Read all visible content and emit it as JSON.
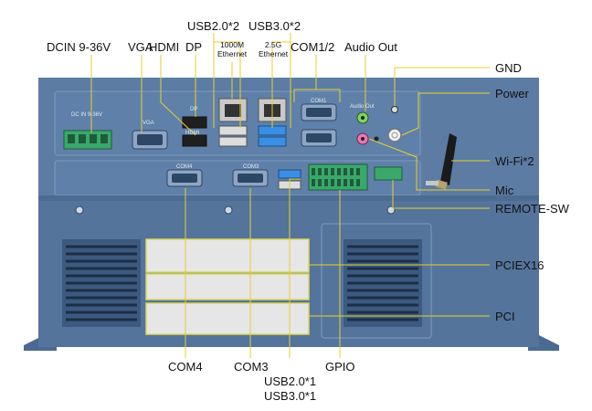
{
  "labels": {
    "dcin": "DCIN 9-36V",
    "vga": "VGA",
    "hdmi": "HDMI",
    "dp": "DP",
    "usb20x2": "USB2.0*2",
    "usb30x2": "USB3.0*2",
    "eth1000_l1": "1000M",
    "eth1000_l2": "Ethernet",
    "eth25_l1": "2.5G",
    "eth25_l2": "Ethernet",
    "com12": "COM1/2",
    "audio_out": "Audio Out",
    "gnd": "GND",
    "power": "Power",
    "wifi": "Wi-Fi*2",
    "mic": "Mic",
    "remote_sw": "REMOTE-SW",
    "pciex16": "PCIEX16",
    "pci": "PCI",
    "com4": "COM4",
    "com3": "COM3",
    "usb20x1": "USB2.0*1",
    "usb30x1": "USB3.0*1",
    "gpio": "GPIO"
  },
  "panel_print": {
    "dc_in": "DC IN 9-36V",
    "vga": "VGA",
    "hdmi": "HDMI",
    "dp": "DP",
    "com4": "COM4",
    "com3": "COM3",
    "com1": "COM1",
    "audio_out": "Audio Out"
  },
  "colors": {
    "chassis": "#5a7aa0",
    "chassis_dark": "#3f5f86",
    "callout_line": "#e6cf2e",
    "pci_box": "#d9d95a"
  }
}
